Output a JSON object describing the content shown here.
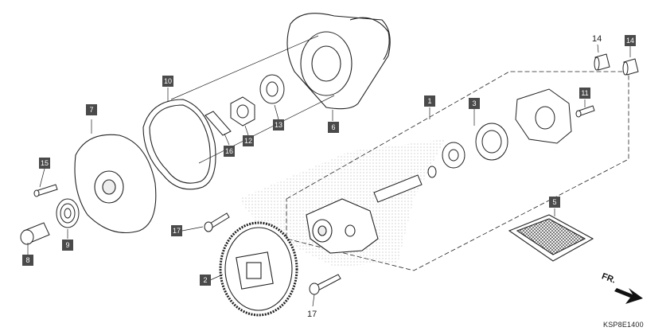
{
  "callouts": {
    "c1": "1",
    "c2": "2",
    "c3": "3",
    "c5": "5",
    "c6": "6",
    "c7": "7",
    "c8": "8",
    "c9": "9",
    "c10": "10",
    "c11": "11",
    "c12": "12",
    "c13": "13",
    "c14": "14",
    "c15": "15",
    "c16": "16",
    "c17": "17"
  },
  "plain_labels": {
    "p14": "14",
    "p17": "17"
  },
  "direction_label": "FR.",
  "diagram_code": "KSP8E1400",
  "colors": {
    "line": "#222222",
    "callout_bg": "#4a4a4a",
    "callout_text": "#ffffff",
    "hatch": "#bbbbbb"
  }
}
